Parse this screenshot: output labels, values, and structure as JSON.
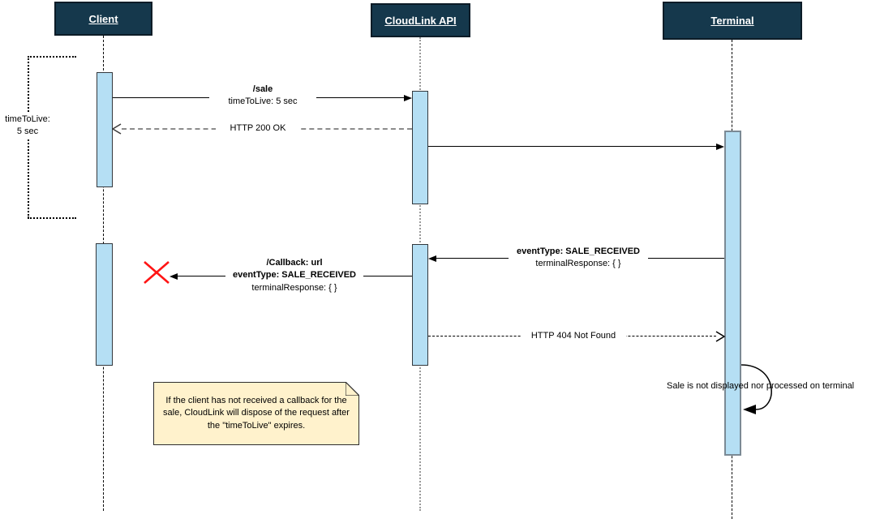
{
  "actors": {
    "client": "Client",
    "cloudlink_api": "CloudLink API",
    "terminal": "Terminal"
  },
  "duration_bracket": {
    "line1": "timeToLive:",
    "line2": "5 sec"
  },
  "messages": {
    "sale_request": {
      "title": "/sale",
      "detail": "timeToLive: 5 sec"
    },
    "sale_response": {
      "label": "HTTP 200 OK"
    },
    "event_notification": {
      "title": "eventType: SALE_RECEIVED",
      "detail": "terminalResponse: { }"
    },
    "callback": {
      "title": "/Callback: url",
      "subtitle": "eventType: SALE_RECEIVED",
      "detail": "terminalResponse: { }"
    },
    "not_found_response": {
      "label": "HTTP 404 Not Found"
    },
    "terminal_self_message": {
      "label": "Sale is not displayed nor processed on terminal"
    }
  },
  "note": {
    "text": "If the client has not received a callback for the sale, CloudLink will dispose of the request after the \"timeToLive\" expires."
  },
  "colors": {
    "actor_header_bg": "#15384C",
    "actor_header_text": "#FFFFFF",
    "activation_fill": "#B5DFF4",
    "note_fill": "#FFF2CC",
    "error_x": "#FF1414"
  }
}
